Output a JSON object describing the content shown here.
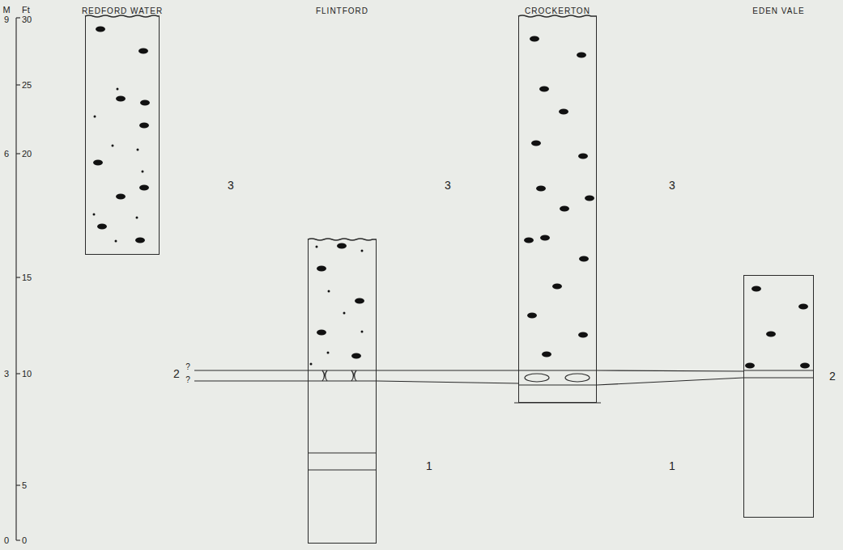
{
  "diagram": {
    "nodes": [
      {
        "text": [
          "REDFORD WATER"
        ]
      },
      {
        "text": [
          "FLINTFORD"
        ]
      },
      {
        "text": [
          "CROCKERTON"
        ]
      },
      {
        "text": [
          "EDEN VALE"
        ]
      }
    ],
    "labels": [
      "M",
      "Ft",
      "9",
      "30",
      "25",
      "6",
      "20",
      "15",
      "3",
      "10",
      "5",
      "0",
      "0",
      "3",
      "3",
      "3",
      "?",
      "?",
      "2",
      "2",
      "1",
      "1"
    ]
  }
}
